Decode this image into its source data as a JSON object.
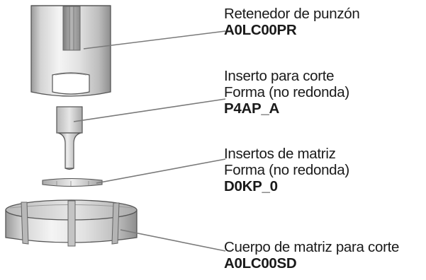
{
  "callouts": [
    {
      "lines": [
        "Retenedor de punzón"
      ],
      "code": "A0LC00PR"
    },
    {
      "lines": [
        "Inserto para corte",
        "Forma (no redonda)"
      ],
      "code": "P4AP_A"
    },
    {
      "lines": [
        "Insertos de matriz",
        "Forma (no redonda)"
      ],
      "code": "D0KP_0"
    },
    {
      "lines": [
        "Cuerpo de matriz para corte"
      ],
      "code": "A0LC00SD"
    }
  ]
}
